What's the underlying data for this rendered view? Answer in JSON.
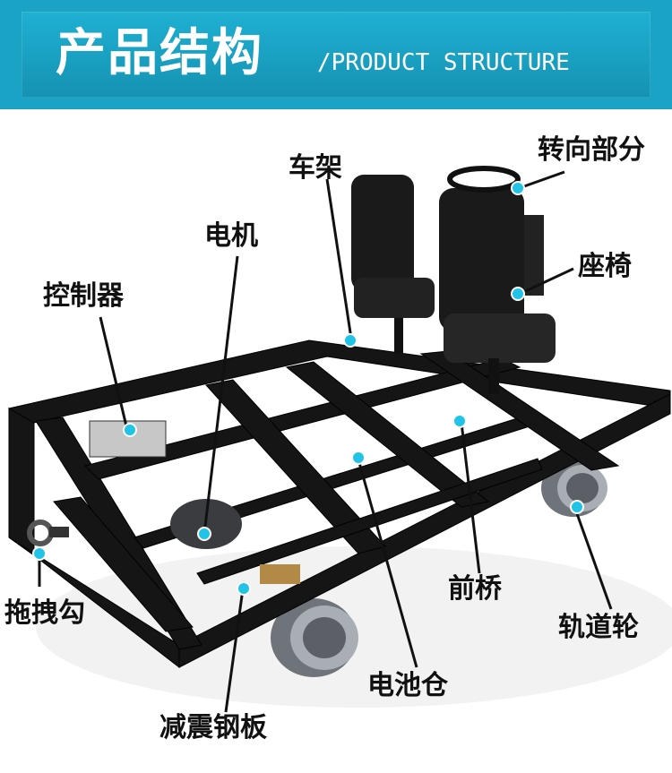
{
  "header": {
    "title": "产品结构",
    "subtitle": "/PRODUCT STRUCTURE"
  },
  "callouts": {
    "steering": "转向部分",
    "frame": "车架",
    "motor": "电机",
    "seat": "座椅",
    "controller": "控制器",
    "front_axle": "前桥",
    "tow_hook": "拖拽勾",
    "rail_wheel": "轨道轮",
    "battery_box": "电池仓",
    "leaf_spring": "减震钢板"
  },
  "colors": {
    "banner": "#1aa3c4",
    "marker": "#21c4e6",
    "frame_steel": "#151515",
    "wheel": "#8d9299"
  }
}
